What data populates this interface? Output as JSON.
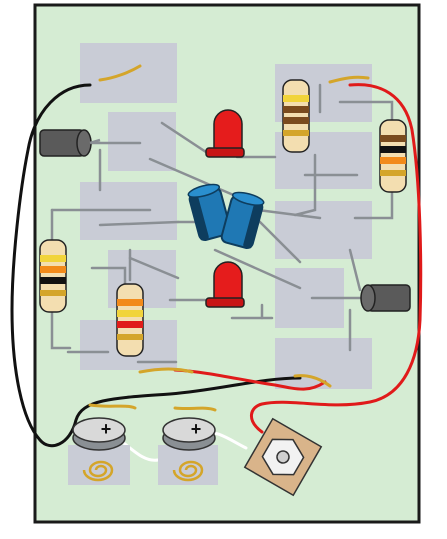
{
  "diagram": {
    "kind": "breadboard-circuit",
    "colors": {
      "board": "#d5ecd3",
      "board_border": "#1a1a1a",
      "pad": "#c9ccd6",
      "trace": "#8a8f94",
      "wire_black": "#111111",
      "wire_red": "#e01a1a",
      "wire_white": "#ffffff",
      "wire_gold": "#d4a52a",
      "led": "#e51c1c",
      "capacitor": "#1f78b4",
      "resistor_body": "#f3deb0",
      "sensor": "#5a5a5a"
    },
    "battery_polarity_symbol": "+",
    "components": {
      "leds": 2,
      "capacitors": 2,
      "resistors": 4,
      "coin_cells": 2,
      "sensors": 2,
      "potentiometers": 1
    }
  }
}
